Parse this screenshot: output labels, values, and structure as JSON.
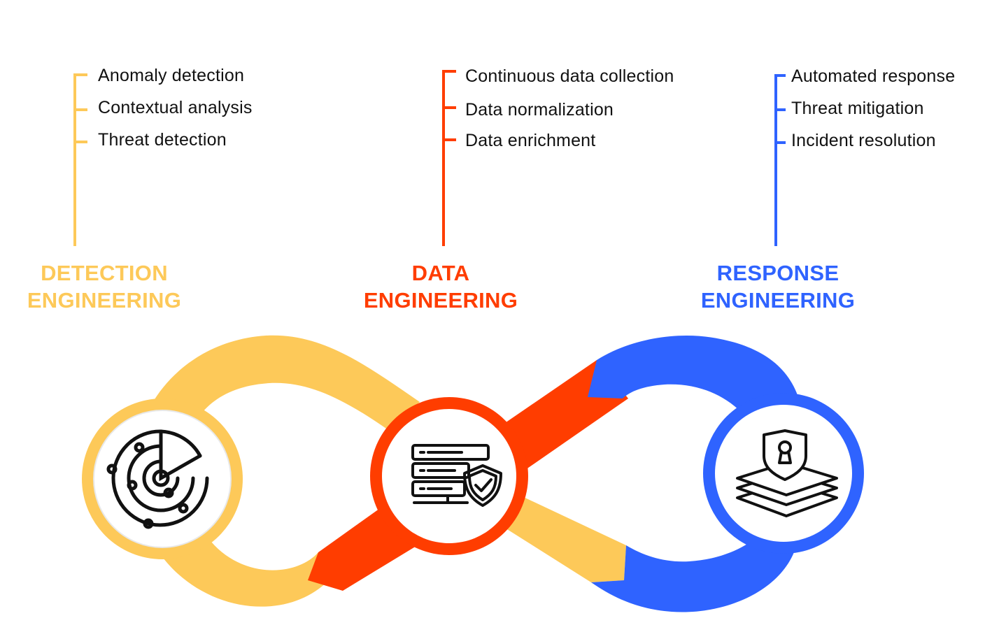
{
  "colors": {
    "detection": "#FDC959",
    "data": "#FF3D00",
    "response": "#2F63FF"
  },
  "detection": {
    "title_line1": "DETECTION",
    "title_line2": "ENGINEERING",
    "items": [
      "Anomaly detection",
      "Contextual analysis",
      "Threat detection"
    ],
    "icon": "radar-icon"
  },
  "data": {
    "title_line1": "DATA",
    "title_line2": "ENGINEERING",
    "items": [
      "Continuous data collection",
      "Data normalization",
      "Data enrichment"
    ],
    "icon": "server-shield-icon"
  },
  "response": {
    "title_line1": "RESPONSE",
    "title_line2": "ENGINEERING",
    "items": [
      "Automated response",
      "Threat mitigation",
      "Incident resolution"
    ],
    "icon": "layers-lock-shield-icon"
  }
}
